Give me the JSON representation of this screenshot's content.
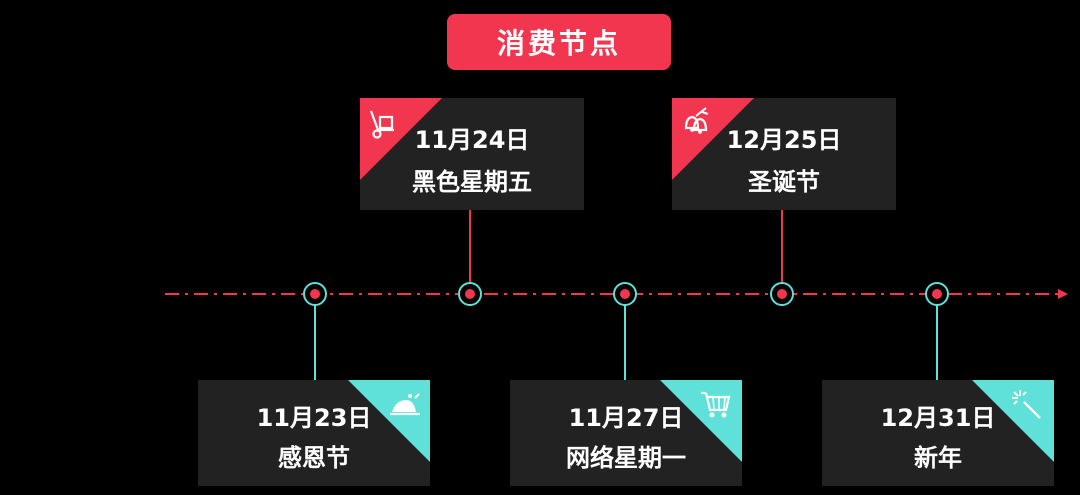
{
  "title": "消费节点",
  "events": [
    {
      "date": "11月23日",
      "name": "感恩节",
      "icon": "turkey-dinner-icon"
    },
    {
      "date": "11月24日",
      "name": "黑色星期五",
      "icon": "hand-truck-icon"
    },
    {
      "date": "11月27日",
      "name": "网络星期一",
      "icon": "shopping-cart-icon"
    },
    {
      "date": "12月25日",
      "name": "圣诞节",
      "icon": "christmas-bells-icon"
    },
    {
      "date": "12月31日",
      "name": "新年",
      "icon": "magic-wand-icon"
    }
  ],
  "colors": {
    "accent_red": "#f2364f",
    "accent_cyan": "#5fe0d8",
    "card_bg": "#222222",
    "background": "#000000"
  }
}
